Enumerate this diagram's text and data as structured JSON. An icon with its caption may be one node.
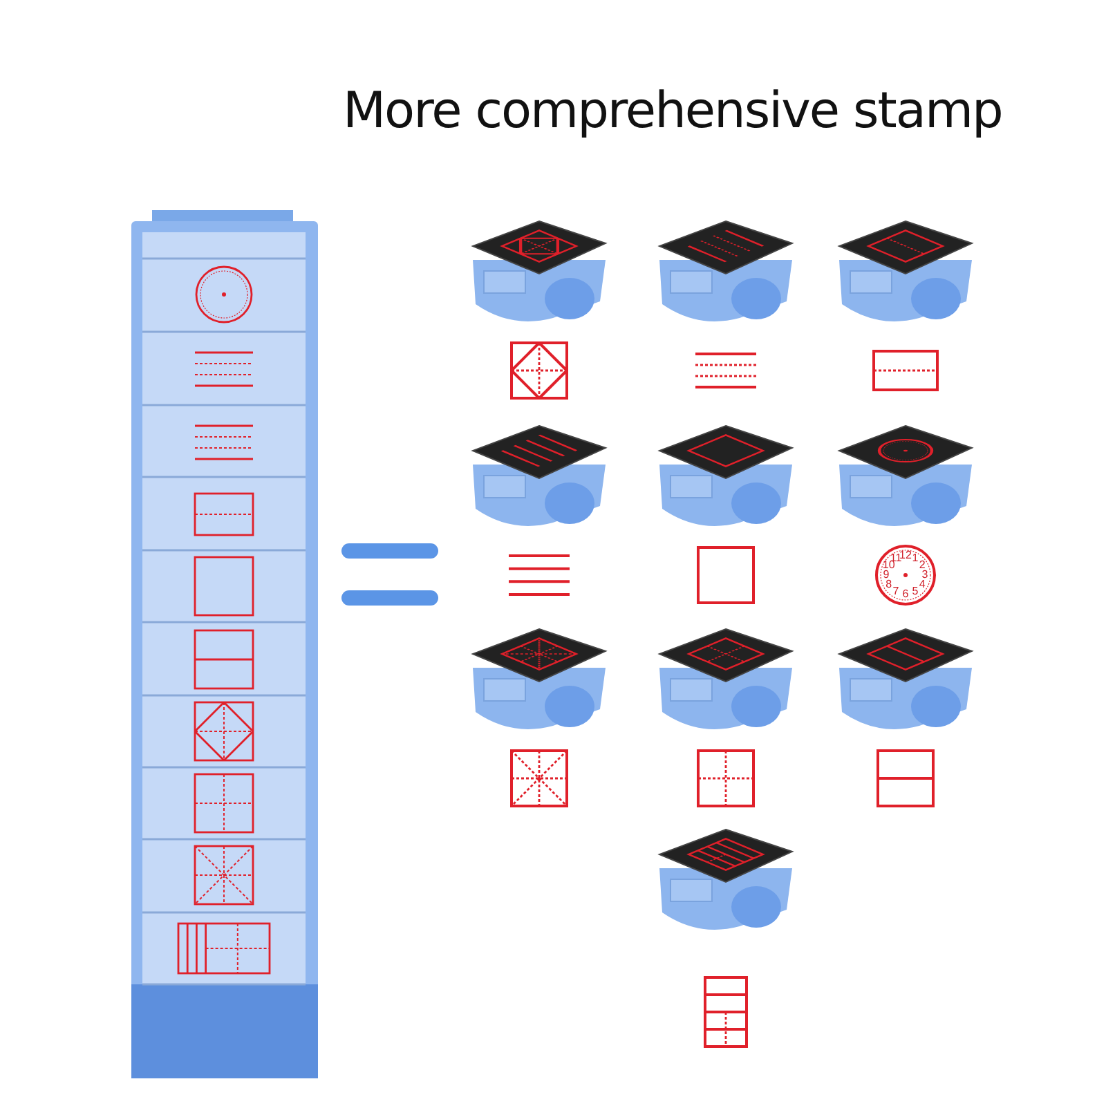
{
  "diagram": {
    "title": "More comprehensive stamp",
    "labels": [
      "12",
      "1",
      "2",
      "3",
      "4",
      "5",
      "6",
      "7",
      "8",
      "9",
      "10",
      "11"
    ]
  }
}
